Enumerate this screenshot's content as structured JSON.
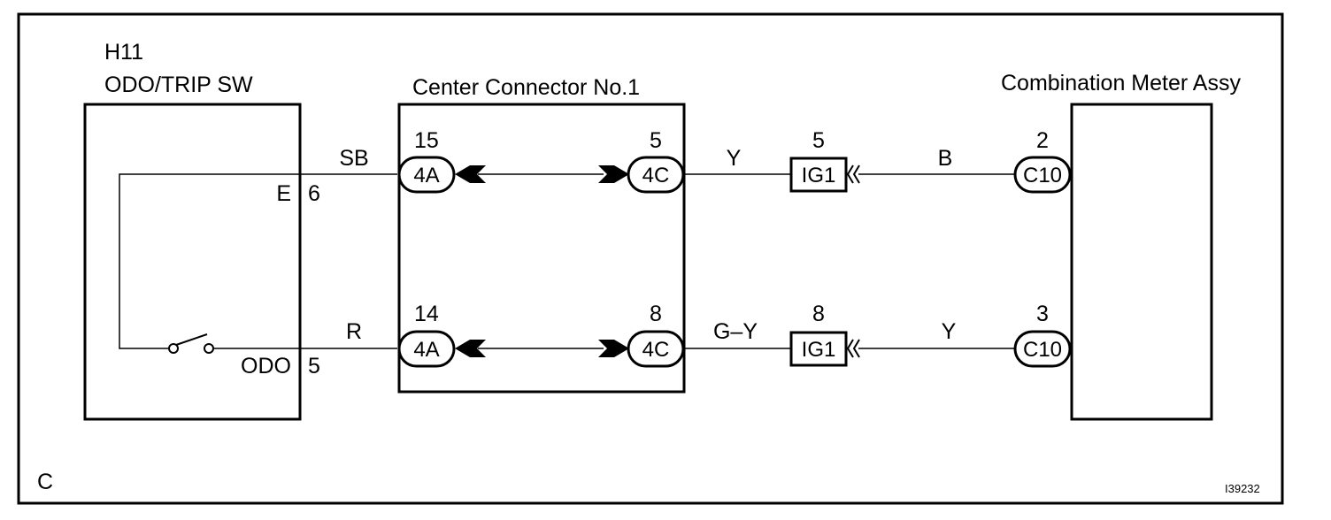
{
  "labels": {
    "sw_code": "H11",
    "sw_name": "ODO/TRIP SW",
    "center_name": "Center Connector No.1",
    "meter_name": "Combination Meter Assy",
    "corner": "C",
    "fig_id": "I39232"
  },
  "upper": {
    "sw_term_name": "E",
    "sw_pin": "6",
    "wire1": "SB",
    "cc_left_pin": "15",
    "cc_left_conn": "4A",
    "cc_right_pin": "5",
    "cc_right_conn": "4C",
    "wire2": "Y",
    "ig_pin": "5",
    "ig_conn": "IG1",
    "wire3": "B",
    "meter_pin": "2",
    "meter_conn": "C10"
  },
  "lower": {
    "sw_term_name": "ODO",
    "sw_pin": "5",
    "wire1": "R",
    "cc_left_pin": "14",
    "cc_left_conn": "4A",
    "cc_right_pin": "8",
    "cc_right_conn": "4C",
    "wire2": "G–Y",
    "ig_pin": "8",
    "ig_conn": "IG1",
    "wire3": "Y",
    "meter_pin": "3",
    "meter_conn": "C10"
  }
}
